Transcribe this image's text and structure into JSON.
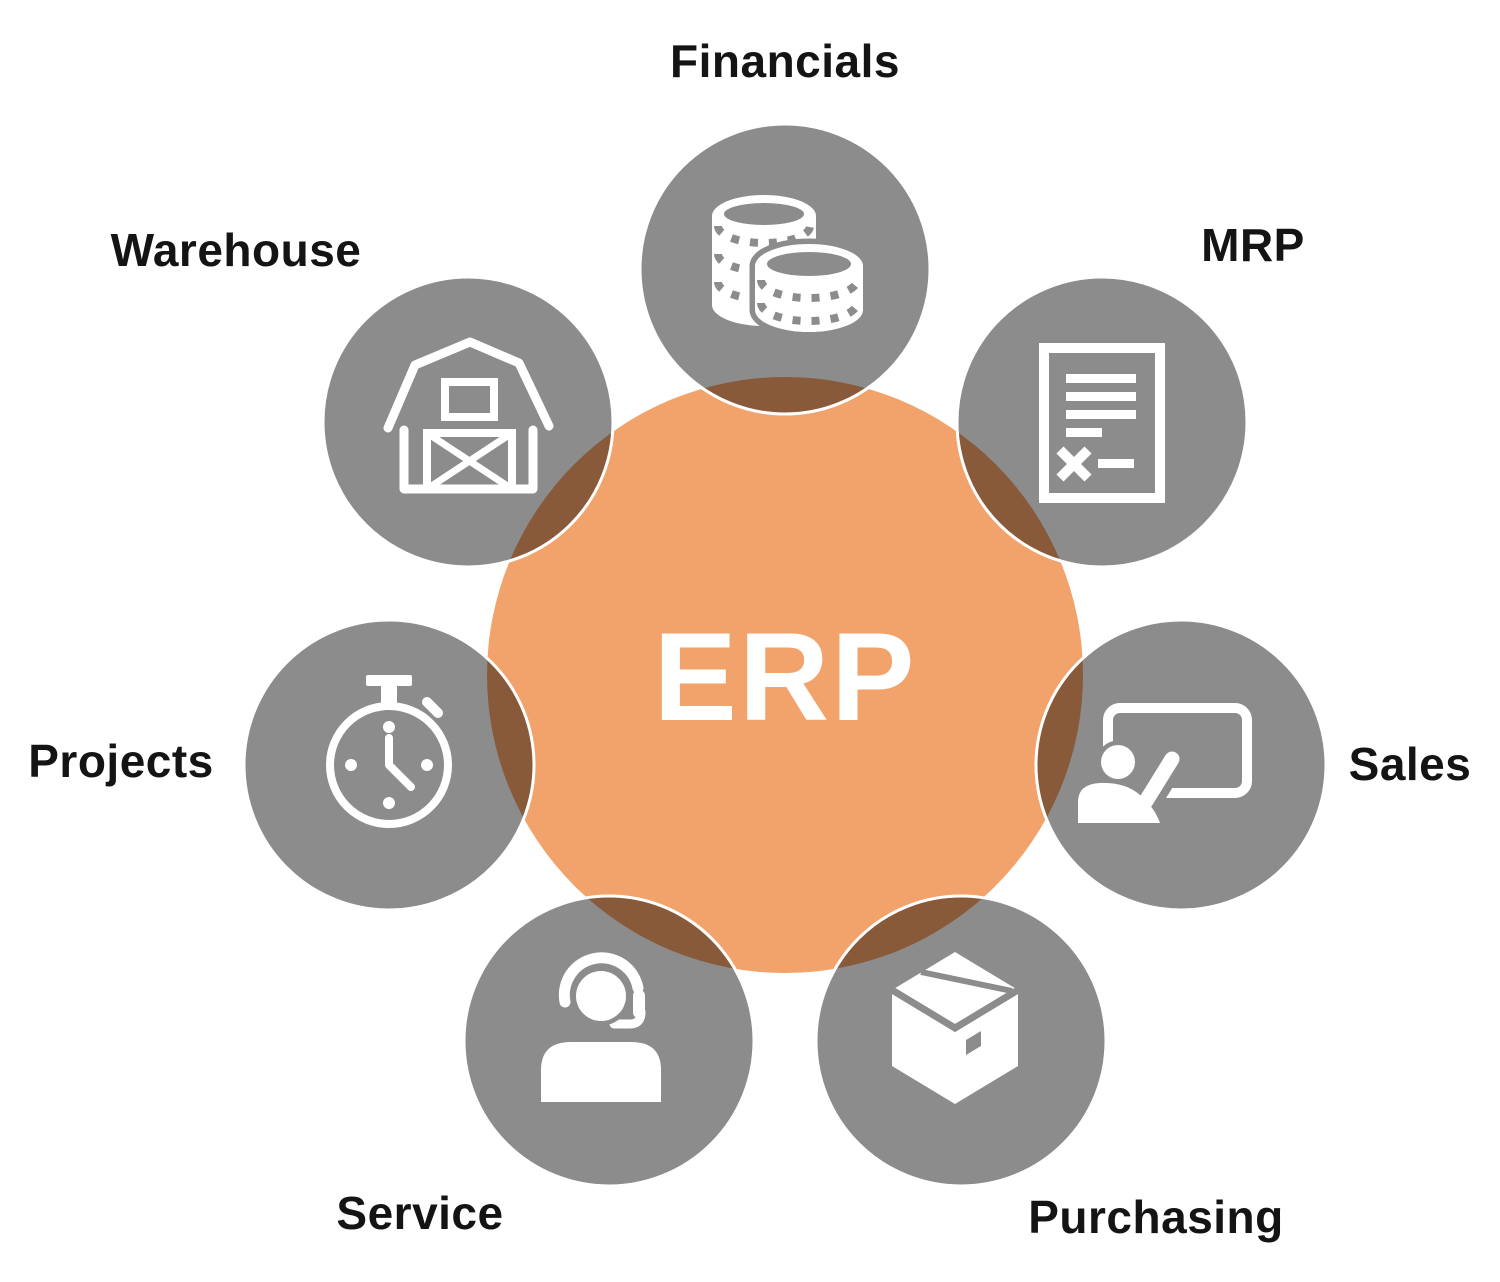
{
  "diagram": {
    "title": "ERP modules diagram",
    "center": {
      "label": "ERP"
    },
    "modules": [
      {
        "label": "Financials",
        "icon": "coins-icon"
      },
      {
        "label": "MRP",
        "icon": "checklist-document-icon"
      },
      {
        "label": "Sales",
        "icon": "presentation-board-icon"
      },
      {
        "label": "Purchasing",
        "icon": "shipping-box-icon"
      },
      {
        "label": "Service",
        "icon": "headset-agent-icon"
      },
      {
        "label": "Projects",
        "icon": "stopwatch-icon"
      },
      {
        "label": "Warehouse",
        "icon": "barn-icon"
      }
    ],
    "colors": {
      "center_fill": "#F2A36B",
      "module_fill": "#8C8C8C",
      "overlap_fill": "#885A3A",
      "ring_stroke": "#FFFFFF",
      "icon": "#FFFFFF",
      "label_text": "#141414",
      "background": "#FFFFFF"
    }
  }
}
